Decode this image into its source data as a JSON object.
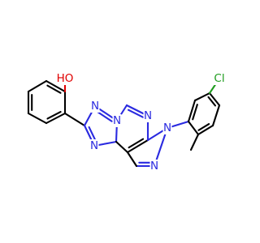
{
  "molecule": {
    "atom_labels": {
      "oh": "HO",
      "n_triazole_top": "N",
      "n_triazole_bridge": "N",
      "n_triazole_left": "N",
      "n_pyrimidine": "N",
      "n_pyrazole_1": "N",
      "n_pyrazole_2": "N",
      "cl": "Cl"
    },
    "colors": {
      "carbon": "#000000",
      "nitrogen": "#2a2ae0",
      "oxygen": "#e00000",
      "chlorine": "#1f9c1f"
    }
  }
}
